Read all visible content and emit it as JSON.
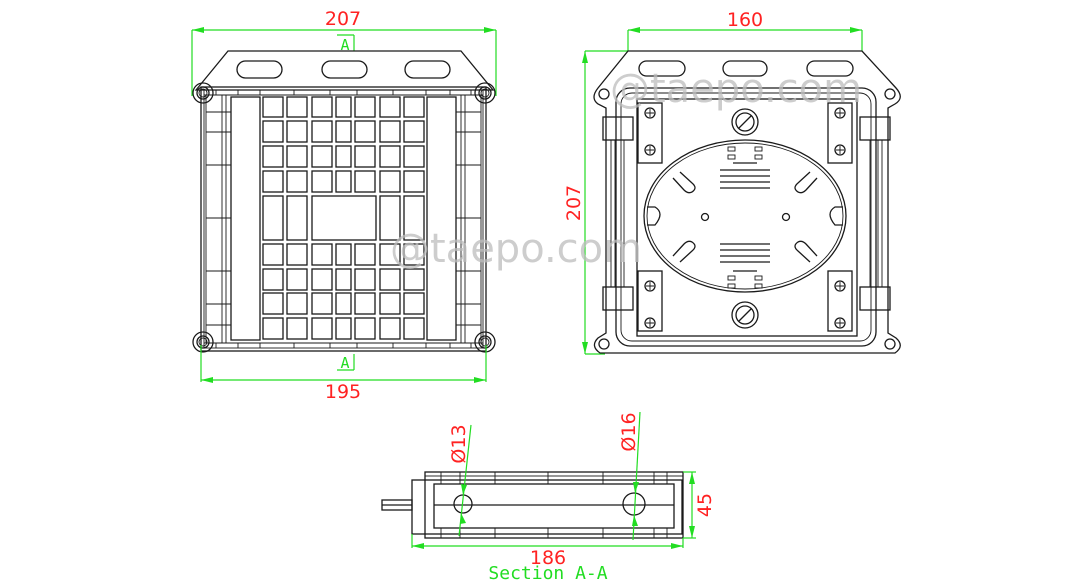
{
  "drawing": {
    "front_view": {
      "dim_top": "207",
      "dim_bottom": "195",
      "section_marker_top": "A",
      "section_marker_bottom": "A"
    },
    "side_view": {
      "dim_top": "160",
      "dim_left": "207"
    },
    "section_view": {
      "dim_hole_left": "Ø13",
      "dim_hole_right": "Ø16",
      "dim_width": "186",
      "dim_height": "45",
      "title": "Section A-A"
    },
    "watermark_1": "@taepo.com",
    "watermark_2": "@taepo.com",
    "colors": {
      "dimension_line": "#22dd22",
      "dimension_text": "#ff2222",
      "outline": "#1a1a1a"
    }
  }
}
